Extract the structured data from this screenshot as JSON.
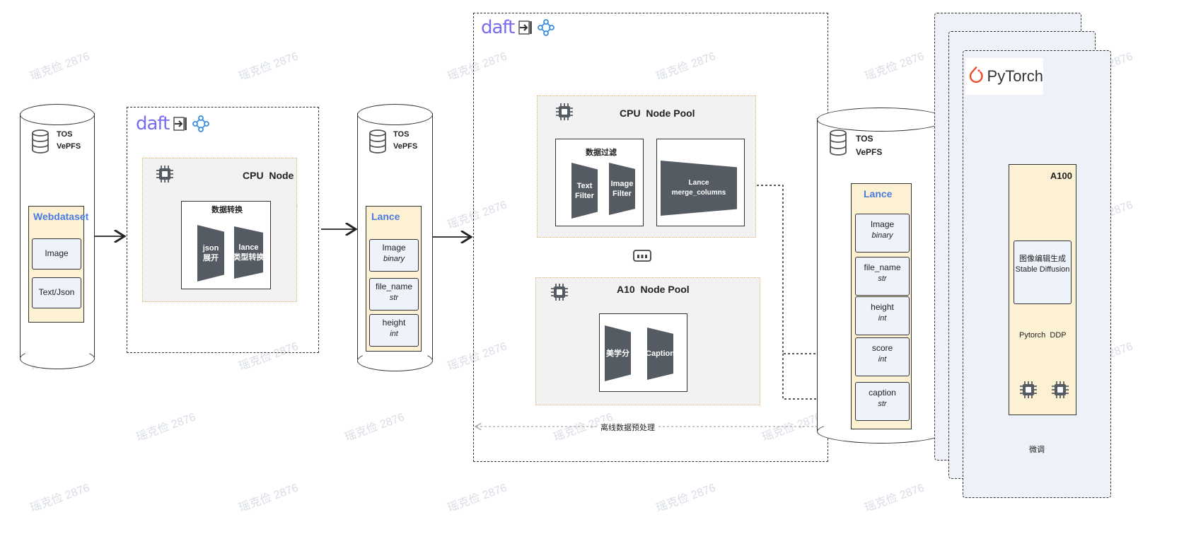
{
  "watermark": "瑶克俭 2876",
  "colors": {
    "daft": "#7a6cf0",
    "pytorch": "#ee4c2c",
    "lance_fill": "#fdf1d4",
    "field_fill": "#eef2fb",
    "panel_fill": "#f2f2f2",
    "title_blue": "#4a7be0"
  },
  "storage1": {
    "title": "TOS",
    "subtitle": "VePFS",
    "dataset": "Webdataset",
    "fields": [
      "Image",
      "Text/Json"
    ]
  },
  "daft1": {
    "logo": "daft",
    "node_title": "CPU  Node",
    "box_title": "数据转换",
    "ops": [
      "json\n展开",
      "lance\n类型转换"
    ]
  },
  "storage2": {
    "title": "TOS",
    "subtitle": "VePFS",
    "dataset": "Lance",
    "fields": [
      {
        "name": "Image",
        "type": "binary"
      },
      {
        "name": "file_name",
        "type": "str"
      },
      {
        "name": "height",
        "type": "int"
      }
    ]
  },
  "daft2": {
    "logo": "daft",
    "cpu_pool": {
      "title": "CPU  Node Pool",
      "filter_title": "数据过滤",
      "filters": [
        "Text\nFilter",
        "Image\nFilter"
      ],
      "merge": "Lance merge_columns"
    },
    "gpu_pool": {
      "title": "A10  Node Pool",
      "ops": [
        "美学分",
        "Caption"
      ]
    },
    "footer": "离线数据预处理"
  },
  "storage3": {
    "title": "TOS",
    "subtitle": "VePFS",
    "dataset": "Lance",
    "fields": [
      {
        "name": "Image",
        "type": "binary"
      },
      {
        "name": "file_name",
        "type": "str"
      },
      {
        "name": "height",
        "type": "int"
      },
      {
        "name": "score",
        "type": "int"
      },
      {
        "name": "caption",
        "type": "str"
      }
    ]
  },
  "train": {
    "logo_text": "PyTorch",
    "gpu": "A100",
    "task": "图像编辑生成\nStable Diffusion",
    "method": "Pytorch  DDP",
    "footer": "微调"
  }
}
